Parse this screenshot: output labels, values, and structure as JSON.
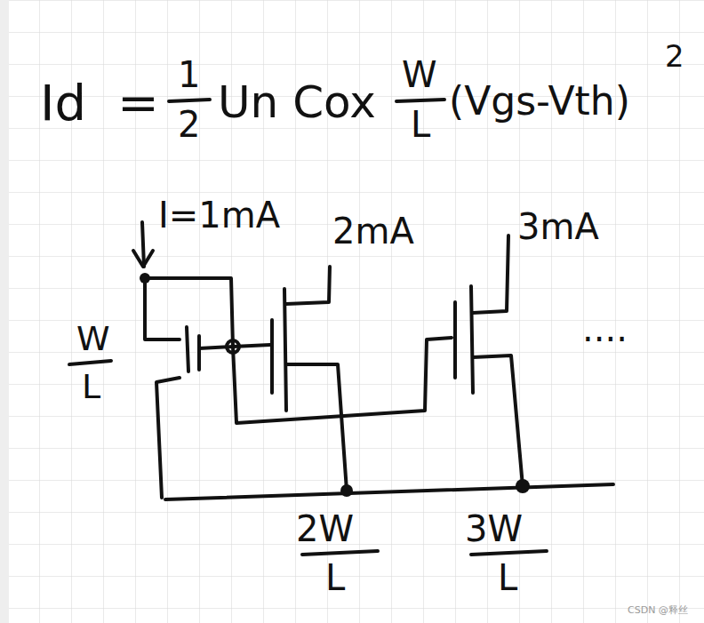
{
  "diagram": {
    "labels": [
      "Id",
      "=",
      "1",
      "2",
      "Un Cox",
      "W",
      "L",
      "(Vgs-Vth)",
      "2",
      "I=1mA",
      "2mA",
      "3mA",
      "....",
      "W",
      "L",
      "2W",
      "L",
      "3W",
      "L",
      "CSDN @释丝"
    ]
  }
}
